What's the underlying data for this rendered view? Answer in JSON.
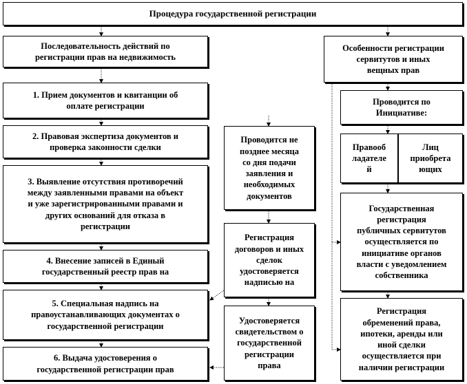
{
  "title": "Процедура  государственной регистрации",
  "left_column": {
    "sequence": "Последовательность действий по\nрегистрации прав на недвижимость",
    "step1": "1. Прием документов  и квитанции об\nоплате регистрации",
    "step2": "2. Правовая экспертиза документов и\nпроверка законности сделки",
    "step3": "3. Выявление отсутствия противоречий\nмежду заявленными правами на объект\nи уже зарегистрированными правами и\nдругих  оснований для отказа в\nрегистрации",
    "step4": "4. Внесение записей в Единый\nгосударственный реестр прав на",
    "step5": "5. Специальная надпись на\nправоустанавливающих документах  о\nгосударственной регистрации",
    "step6": "6. Выдача удостоверения о\nгосударственной регистрации прав"
  },
  "middle_column": {
    "deadline": "Проводится не\nпозднее месяца\nсо дня подачи\nзаявления и\nнеобходимых\nдокументов",
    "contracts": "Регистрация\nдоговоров и иных\nсделок\nудостоверяется\nнадписью на",
    "certificate": "Удостоверяется\nсвидетельством о\nгосударственной\nрегистрации\nправа"
  },
  "right_column": {
    "features": "Особенности регистрации\nсервитутов и иных\nвещных прав",
    "initiative": "Проводится по\nИнициативе:",
    "holder": "Правооб\nладателе\nй",
    "acquirer": "Лиц\nприобрета\nющих",
    "public_servitude": "Государственная\nрегистрация\nпубличных сервитутов\nосуществляется   по\nинициативе органов\nвласти с уведомлением\nсобственника",
    "encumbrance": "Регистрация\nобременений права,\nипотеки, аренды или\nиной сделки\nосуществляется  при\nналичии регистрации"
  },
  "colors": {
    "border": "#000000",
    "background": "#ffffff"
  }
}
